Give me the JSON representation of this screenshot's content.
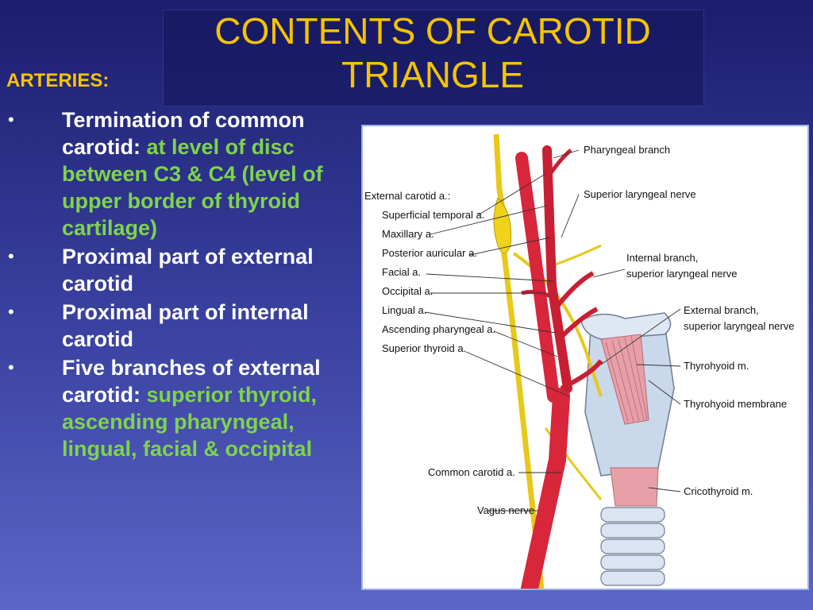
{
  "slide": {
    "title_line1": "CONTENTS OF CAROTID",
    "title_line2": "TRIANGLE",
    "section_heading": "ARTERIES:",
    "bullet_symbol": "•",
    "bullets": [
      {
        "white": "Termination of common carotid: ",
        "green": "at level of disc between C3 & C4 (level of upper border of thyroid cartilage)"
      },
      {
        "white": "Proximal part of external carotid",
        "green": ""
      },
      {
        "white": "Proximal part of internal carotid",
        "green": ""
      },
      {
        "white": "Five branches of external carotid: ",
        "green": "superior thyroid, ascending pharyngeal, lingual, facial & occipital"
      }
    ]
  },
  "figure": {
    "labels_left": {
      "external_carotid": "External carotid a.:",
      "superficial_temporal": "Superficial temporal a.",
      "maxillary": "Maxillary a.",
      "posterior_auricular": "Posterior auricular a.",
      "facial": "Facial a.",
      "occipital": "Occipital a.",
      "lingual": "Lingual a.",
      "ascending_pharyngeal": "Ascending pharyngeal a.",
      "superior_thyroid": "Superior thyroid a.",
      "common_carotid": "Common carotid a.",
      "vagus": "Vagus nerve"
    },
    "labels_right": {
      "pharyngeal_branch": "Pharyngeal branch",
      "superior_laryngeal": "Superior laryngeal nerve",
      "internal_branch_1": "Internal branch,",
      "internal_branch_2": "superior laryngeal nerve",
      "external_branch_1": "External branch,",
      "external_branch_2": "superior laryngeal nerve",
      "thyrohyoid_m": "Thyrohyoid m.",
      "thyrohyoid_membrane": "Thyrohyoid membrane",
      "cricothyroid": "Cricothyroid m."
    },
    "colors": {
      "artery": "#d8263a",
      "nerve": "#f0d21a",
      "cartilage": "#c9d8ea",
      "muscle": "#e8a0a8"
    }
  }
}
